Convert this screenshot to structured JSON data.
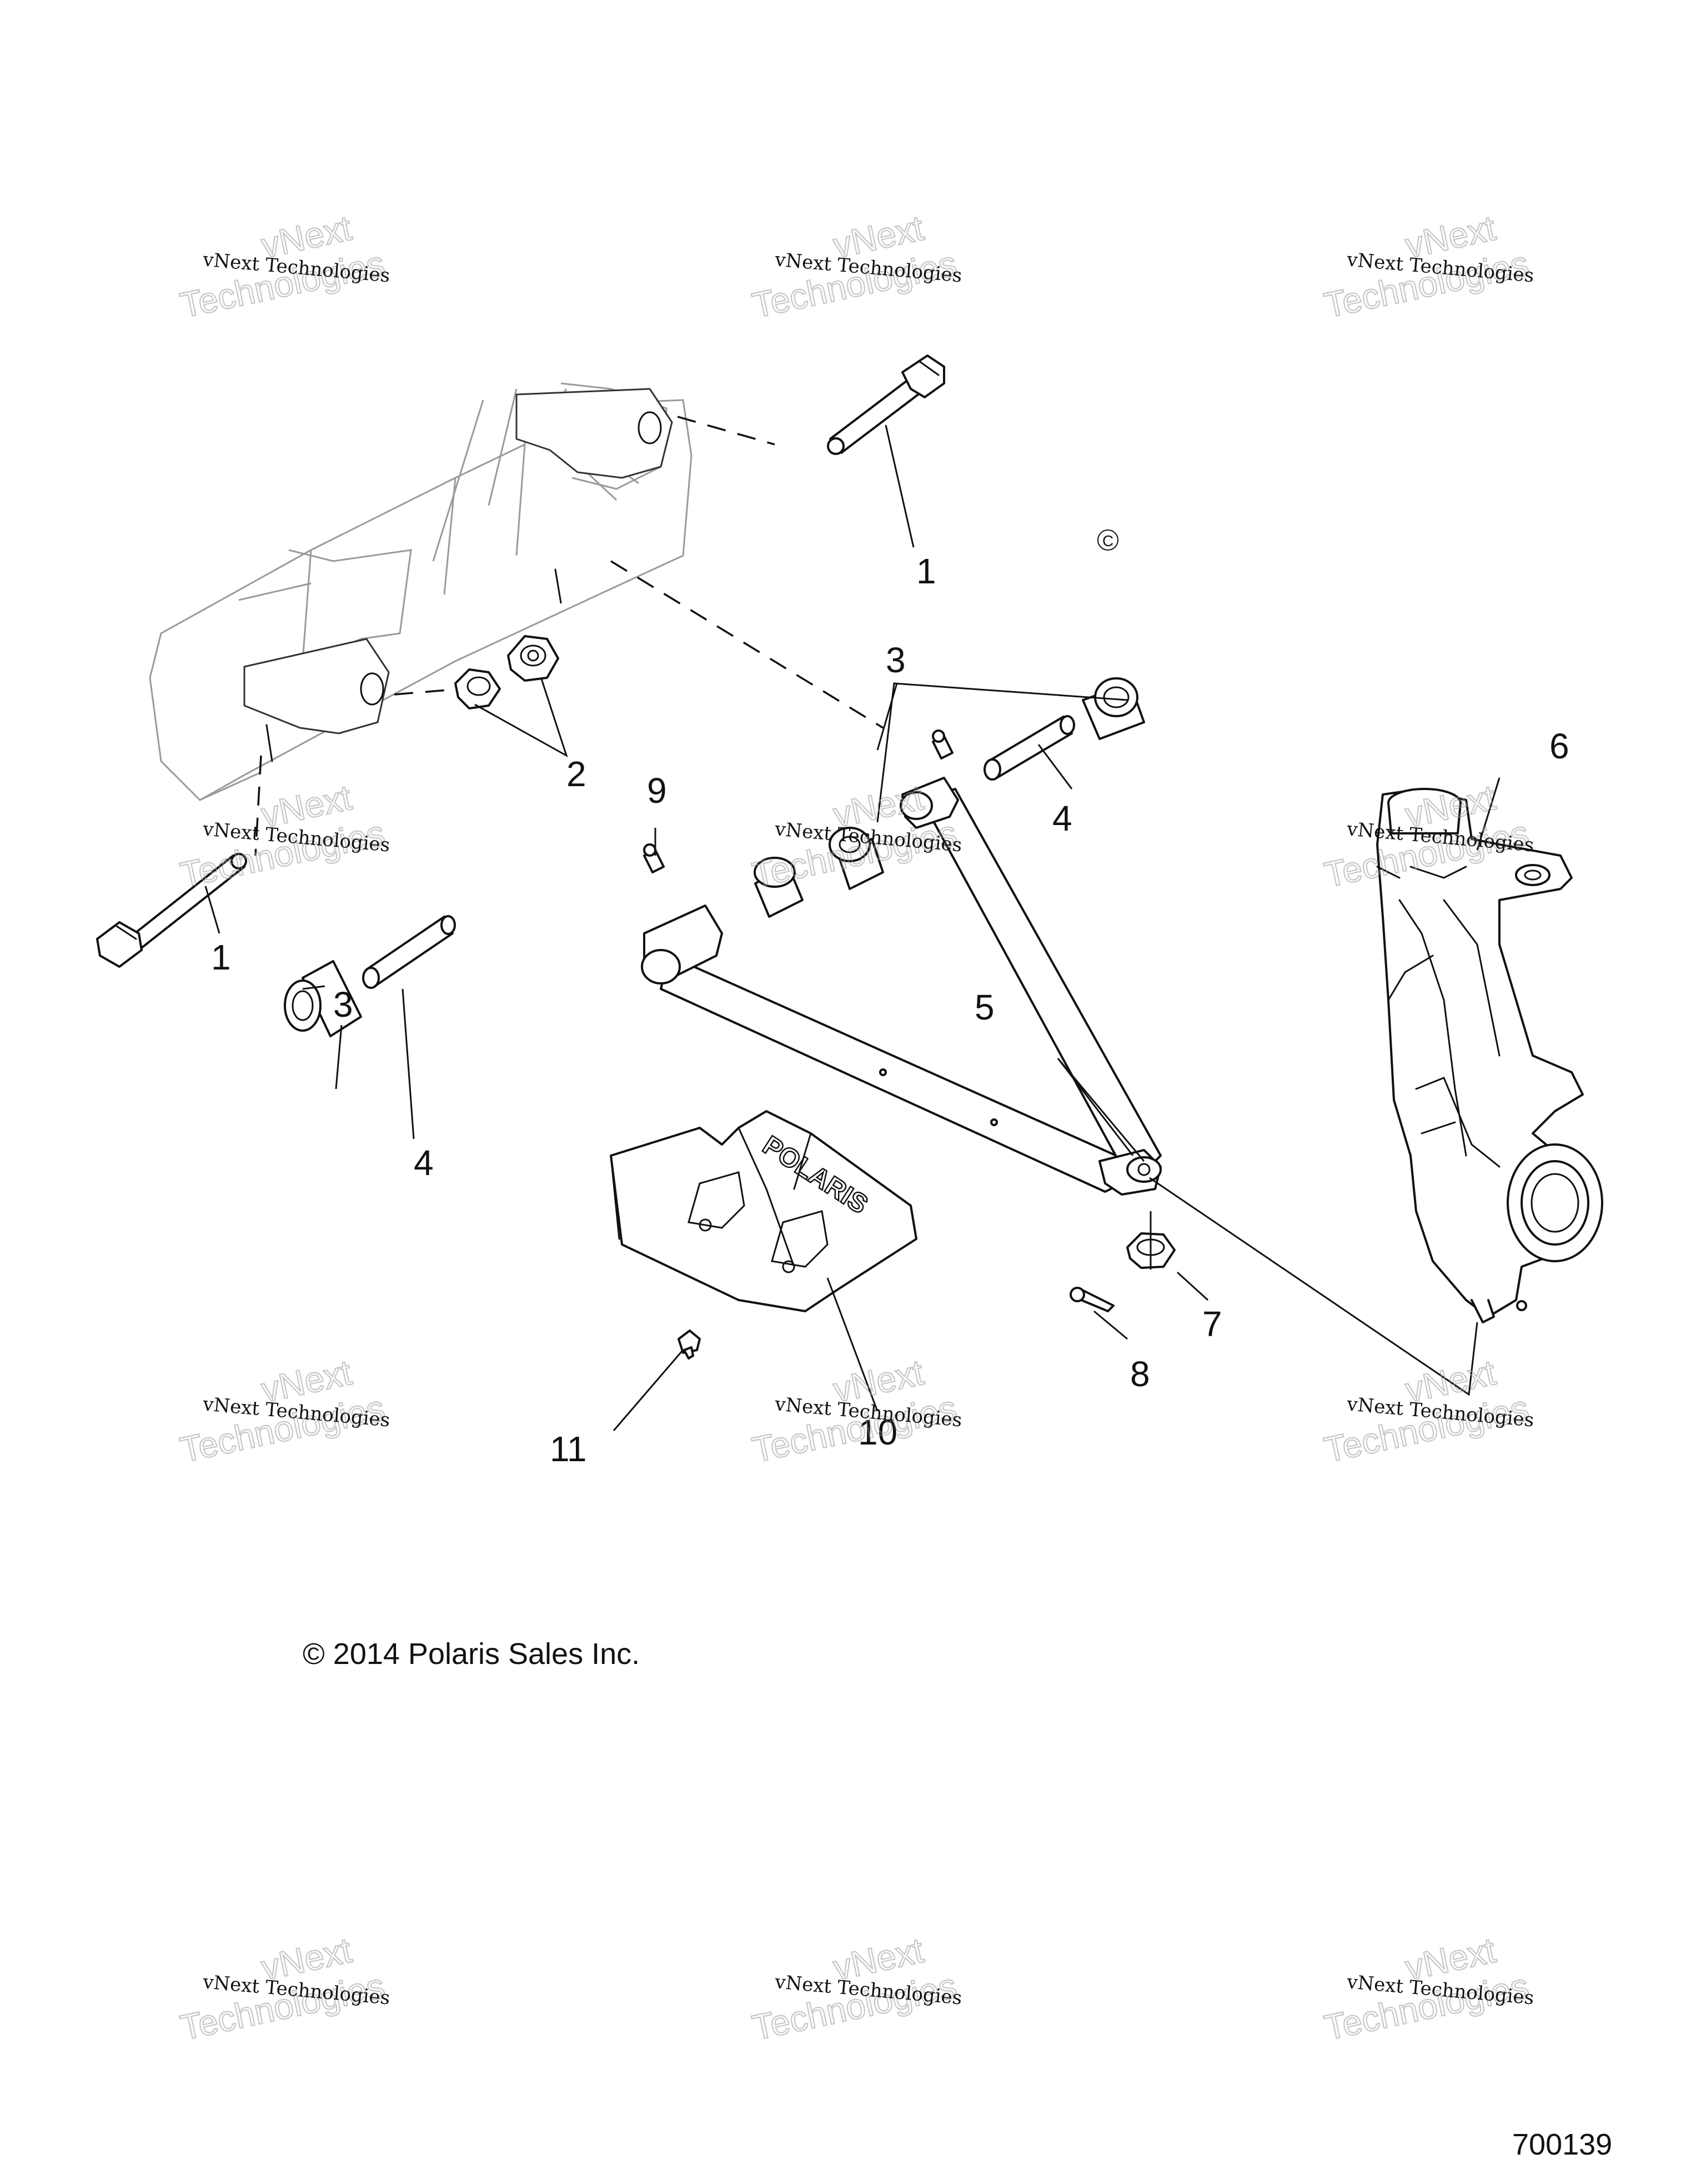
{
  "callouts": [
    {
      "label": "1"
    },
    {
      "label": "2"
    },
    {
      "label": "1"
    },
    {
      "label": "3"
    },
    {
      "label": "4"
    },
    {
      "label": "9"
    },
    {
      "label": "3"
    },
    {
      "label": "4"
    },
    {
      "label": "5"
    },
    {
      "label": "6"
    },
    {
      "label": "7"
    },
    {
      "label": "8"
    },
    {
      "label": "10"
    },
    {
      "label": "11"
    }
  ],
  "watermark": {
    "line1": "vNext Technologies",
    "overlay1": "vNext",
    "overlay2": "Technologies"
  },
  "copyright_mark": "C",
  "footer": {
    "copyright": "© 2014 Polaris Sales Inc.",
    "diagram_number": "700139"
  },
  "skid_plate_logo": "POLARIS"
}
